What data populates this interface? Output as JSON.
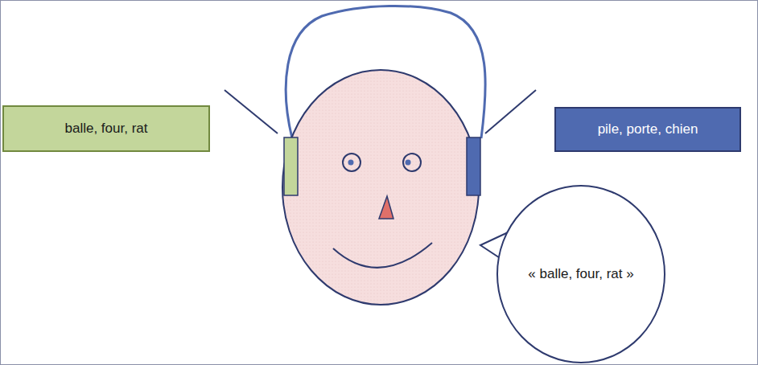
{
  "diagram": {
    "nodes": [
      {
        "text": [
          "balle, four, rat"
        ]
      },
      {
        "text": [
          "pile, porte, chien"
        ]
      },
      {
        "text": [
          "« balle, four, rat »"
        ]
      }
    ]
  }
}
